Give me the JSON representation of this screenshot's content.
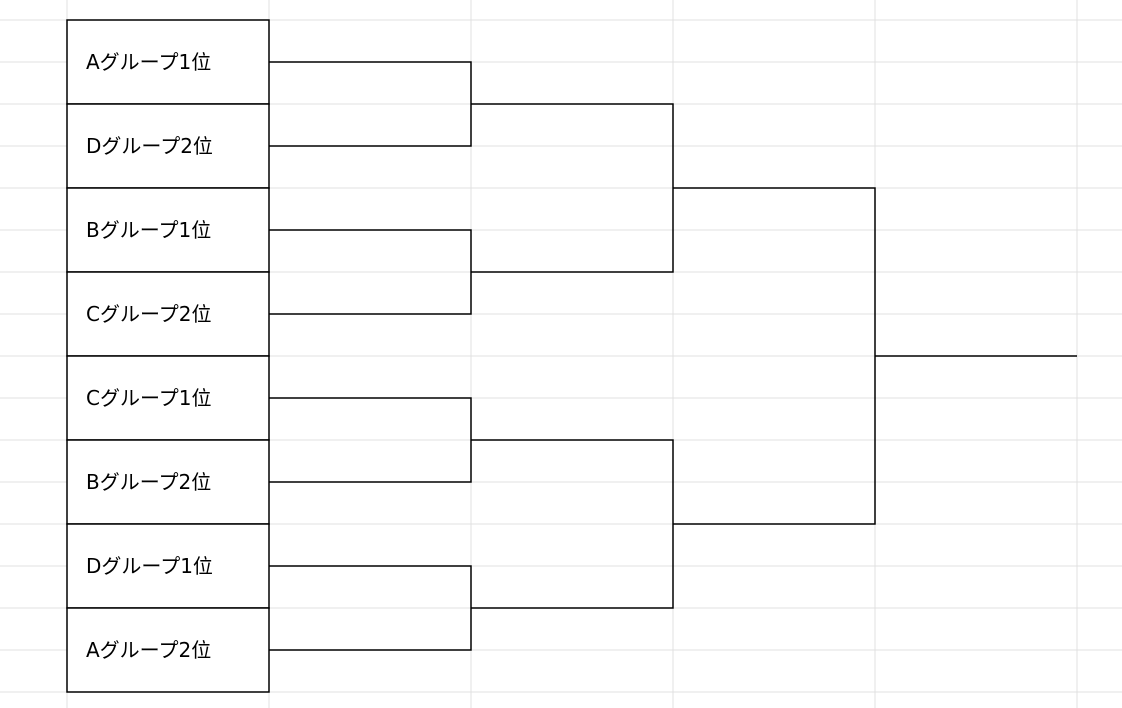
{
  "bracket": {
    "teams": [
      "Aグループ1位",
      "Dグループ2位",
      "Bグループ1位",
      "Cグループ2位",
      "Cグループ1位",
      "Bグループ2位",
      "Dグループ1位",
      "Aグループ2位"
    ]
  },
  "colors": {
    "gridline": "#e1e1e1",
    "line": "#000000",
    "cell_background": "#ffffff"
  }
}
